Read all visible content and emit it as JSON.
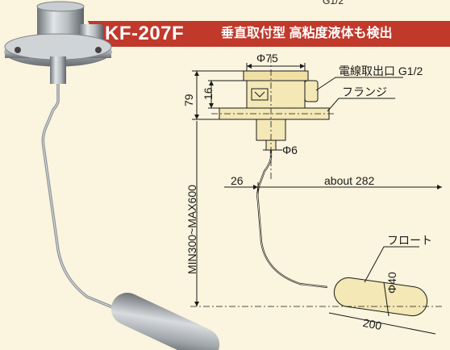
{
  "top_fragment": "G1/2",
  "banner": {
    "code": "KF-207F",
    "description": "垂直取付型 高粘度液体も検出"
  },
  "dimensions": {
    "flange_diameter": "Φ75",
    "height_79": "79",
    "height_16": "16",
    "rod_diameter": "Φ6",
    "offset_26": "26",
    "about_282": "about 282",
    "length_range": "MIN300~MAX600",
    "float_diameter": "Φ40",
    "float_length": "200"
  },
  "callouts": {
    "cable_outlet": "電線取出口 G1/2",
    "flange": "フランジ",
    "float": "フロート"
  },
  "colors": {
    "banner_red": "#c0392b",
    "background": "#fbf4de",
    "drawing_fill": "#f3e8b6",
    "metal": "#9aa0a4"
  }
}
